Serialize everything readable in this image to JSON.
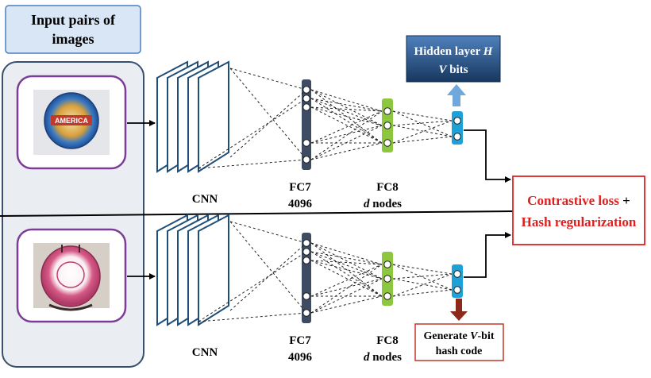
{
  "input_box": {
    "line1": "Input pairs of",
    "line2": "images"
  },
  "image_top": {
    "badge_text": "AMERICA"
  },
  "branches": [
    {
      "cnn": "CNN",
      "fc7_line1": "FC7",
      "fc7_line2": "4096",
      "fc8_line1": "FC8",
      "fc8_d": "d",
      "fc8_rest": " nodes"
    },
    {
      "cnn": "CNN",
      "fc7_line1": "FC7",
      "fc7_line2": "4096",
      "fc8_line1": "FC8",
      "fc8_d": "d",
      "fc8_rest": " nodes"
    }
  ],
  "hidden_layer": {
    "line1_a": "Hidden layer ",
    "line1_b": "H",
    "line2_a": "V",
    "line2_b": " bits"
  },
  "loss": {
    "part1": "Contrastive loss",
    "plus": " +",
    "part2": "Hash regularization"
  },
  "hash_code": {
    "line1_a": "Generate ",
    "line1_b": "V",
    "line1_c": "-bit",
    "line2": "hash code"
  },
  "colors": {
    "header_fill": "#d9e6f5",
    "header_stroke": "#4a7fc1",
    "panel_fill": "#eaedf1",
    "panel_stroke": "#37506e",
    "photo_frame": "#7d3c98",
    "cnn_stroke": "#1f4e79",
    "fc7_fill": "#3e4c63",
    "fc8_fill": "#8dc63f",
    "hidden_fill": "#1ea0d8",
    "hidden_box_top": "#4f81bd",
    "hidden_box_bottom": "#17375e",
    "up_arrow": "#6fa8dc",
    "loss_red": "#e02020",
    "down_arrow": "#8b2a1c"
  }
}
